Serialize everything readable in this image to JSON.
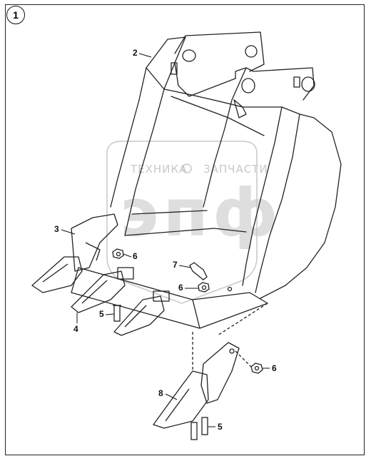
{
  "figure": {
    "index": "1"
  },
  "watermark": {
    "line_left": "ТЕХНИКА",
    "line_right": "ЗАПЧАСТИ",
    "logo": "эпф"
  },
  "callouts": [
    {
      "id": "c2",
      "label": "2"
    },
    {
      "id": "c3",
      "label": "3"
    },
    {
      "id": "c6a",
      "label": "6"
    },
    {
      "id": "c7",
      "label": "7"
    },
    {
      "id": "c6b",
      "label": "6"
    },
    {
      "id": "c5a",
      "label": "5"
    },
    {
      "id": "c4",
      "label": "4"
    },
    {
      "id": "c6c",
      "label": "6"
    },
    {
      "id": "c8",
      "label": "8"
    },
    {
      "id": "c5b",
      "label": "5"
    }
  ],
  "colors": {
    "line": "#222222",
    "watermark": "#d0d0d0"
  }
}
